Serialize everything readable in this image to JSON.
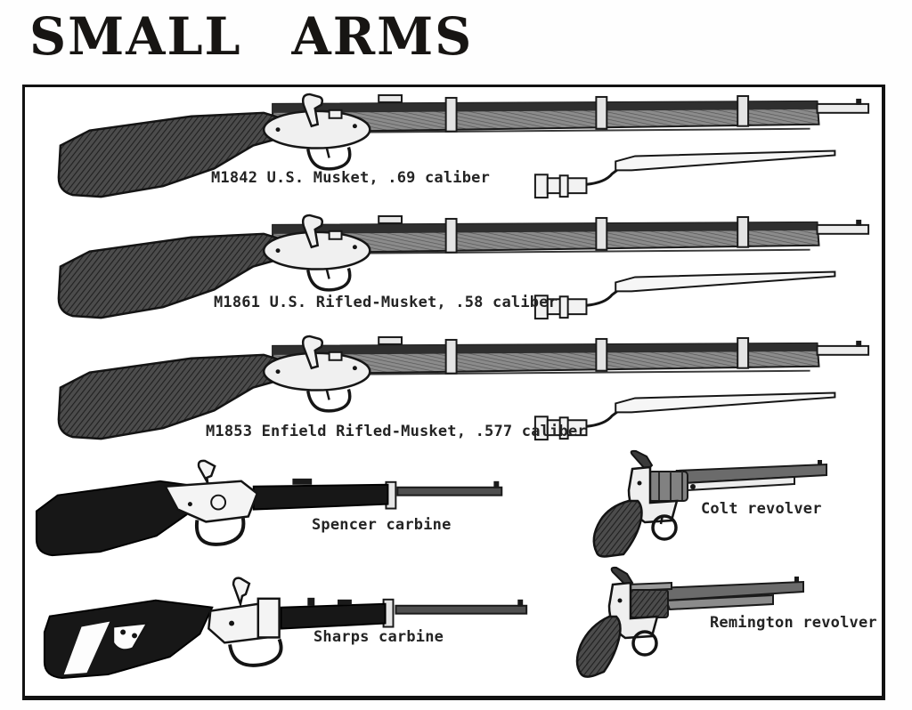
{
  "page": {
    "title": "SMALL ARMS"
  },
  "palette": {
    "ink": "#1a1a1a",
    "paper": "#ffffff",
    "stock_dark": "#171717",
    "metal_light": "#f0f0f0"
  },
  "weapons": [
    {
      "id": "m1842",
      "icon": "musket-with-bayonet-illustration",
      "label": "M1842 U.S. Musket, .69 caliber"
    },
    {
      "id": "m1861",
      "icon": "musket-with-bayonet-illustration",
      "label": "M1861 U.S. Rifled-Musket, .58 caliber"
    },
    {
      "id": "m1853",
      "icon": "musket-with-bayonet-illustration",
      "label": "M1853 Enfield Rifled-Musket, .577 caliber"
    },
    {
      "id": "spencer",
      "icon": "carbine-illustration",
      "label": "Spencer carbine"
    },
    {
      "id": "colt",
      "icon": "revolver-illustration",
      "label": "Colt revolver"
    },
    {
      "id": "sharps",
      "icon": "carbine-illustration",
      "label": "Sharps carbine"
    },
    {
      "id": "remington",
      "icon": "revolver-illustration",
      "label": "Remington revolver"
    }
  ]
}
